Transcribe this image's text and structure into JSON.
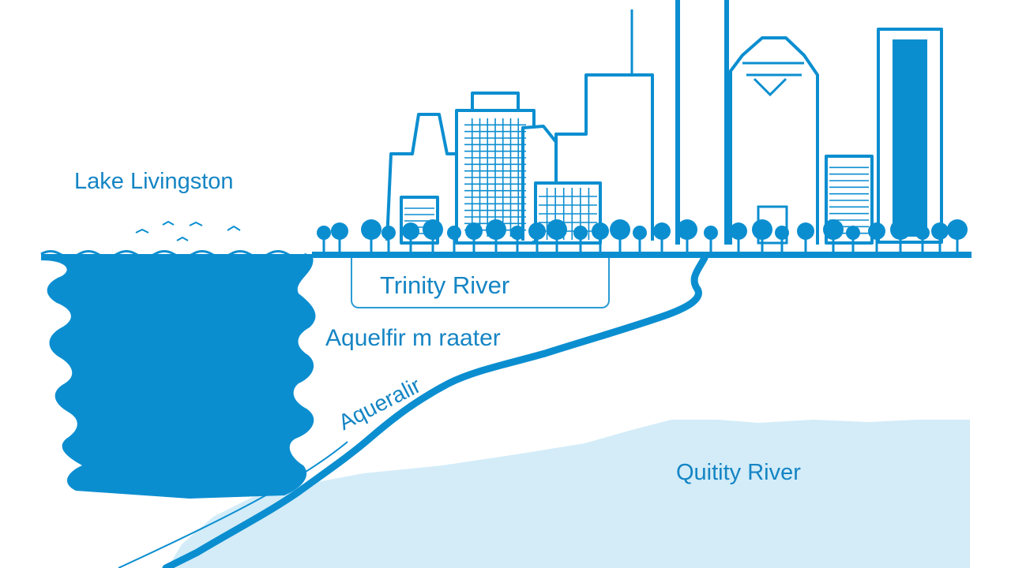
{
  "colors": {
    "primary": "#0b8ed0",
    "label": "#1585c4",
    "outline": "#2a9bd5",
    "light_water": "#d3ecf8",
    "background": "#ffffff"
  },
  "labels": {
    "lake": "Lake Livingston",
    "river_box": "Trinity River",
    "aquifer_upper": "Aquelfir m raater",
    "aquifer_diag": "Aquеralir",
    "lower_river": "Quitity River"
  }
}
